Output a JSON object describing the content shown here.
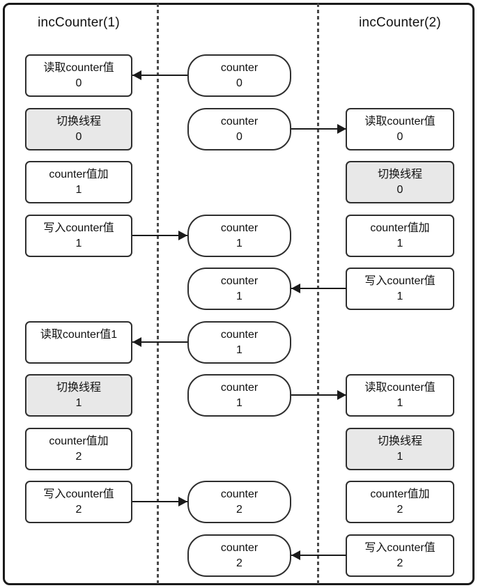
{
  "diagram": {
    "left_thread": {
      "title": "incCounter(1)",
      "steps": [
        {
          "label": "读取counter值",
          "value": "0",
          "gray": false,
          "row": 1
        },
        {
          "label": "切换线程",
          "value": "0",
          "gray": true,
          "row": 2
        },
        {
          "label": "counter值加",
          "value": "1",
          "gray": false,
          "row": 3
        },
        {
          "label": "写入counter值",
          "value": "1",
          "gray": false,
          "row": 4
        },
        {
          "label": "读取counter值1",
          "value": "",
          "gray": false,
          "row": 6
        },
        {
          "label": "切换线程",
          "value": "1",
          "gray": true,
          "row": 7
        },
        {
          "label": "counter值加",
          "value": "2",
          "gray": false,
          "row": 8
        },
        {
          "label": "写入counter值",
          "value": "2",
          "gray": false,
          "row": 9
        }
      ]
    },
    "counter_states": [
      {
        "label": "counter",
        "value": "0",
        "row": 1
      },
      {
        "label": "counter",
        "value": "0",
        "row": 2
      },
      {
        "label": "counter",
        "value": "1",
        "row": 4
      },
      {
        "label": "counter",
        "value": "1",
        "row": 5
      },
      {
        "label": "counter",
        "value": "1",
        "row": 6
      },
      {
        "label": "counter",
        "value": "1",
        "row": 7
      },
      {
        "label": "counter",
        "value": "2",
        "row": 9
      },
      {
        "label": "counter",
        "value": "2",
        "row": 10
      }
    ],
    "right_thread": {
      "title": "incCounter(2)",
      "steps": [
        {
          "label": "读取counter值",
          "value": "0",
          "gray": false,
          "row": 2
        },
        {
          "label": "切换线程",
          "value": "0",
          "gray": true,
          "row": 3
        },
        {
          "label": "counter值加",
          "value": "1",
          "gray": false,
          "row": 4
        },
        {
          "label": "写入counter值",
          "value": "1",
          "gray": false,
          "row": 5
        },
        {
          "label": "读取counter值",
          "value": "1",
          "gray": false,
          "row": 7
        },
        {
          "label": "切换线程",
          "value": "1",
          "gray": true,
          "row": 8
        },
        {
          "label": "counter值加",
          "value": "2",
          "gray": false,
          "row": 9
        },
        {
          "label": "写入counter值",
          "value": "2",
          "gray": false,
          "row": 10
        }
      ]
    },
    "arrows": [
      {
        "row": 1,
        "from": "counter",
        "to": "left",
        "dir": "left"
      },
      {
        "row": 2,
        "from": "counter",
        "to": "right",
        "dir": "right"
      },
      {
        "row": 4,
        "from": "left",
        "to": "counter",
        "dir": "right"
      },
      {
        "row": 5,
        "from": "right",
        "to": "counter",
        "dir": "left"
      },
      {
        "row": 6,
        "from": "counter",
        "to": "left",
        "dir": "left"
      },
      {
        "row": 7,
        "from": "counter",
        "to": "right",
        "dir": "right"
      },
      {
        "row": 9,
        "from": "left",
        "to": "counter",
        "dir": "right"
      },
      {
        "row": 10,
        "from": "right",
        "to": "counter",
        "dir": "left"
      }
    ],
    "colors": {
      "box_border": "#2e2e2e",
      "gray_fill": "#e8e8e8",
      "white_fill": "#ffffff",
      "line": "#1a1a1a",
      "dashed_divider": "#4a4a4a"
    }
  }
}
